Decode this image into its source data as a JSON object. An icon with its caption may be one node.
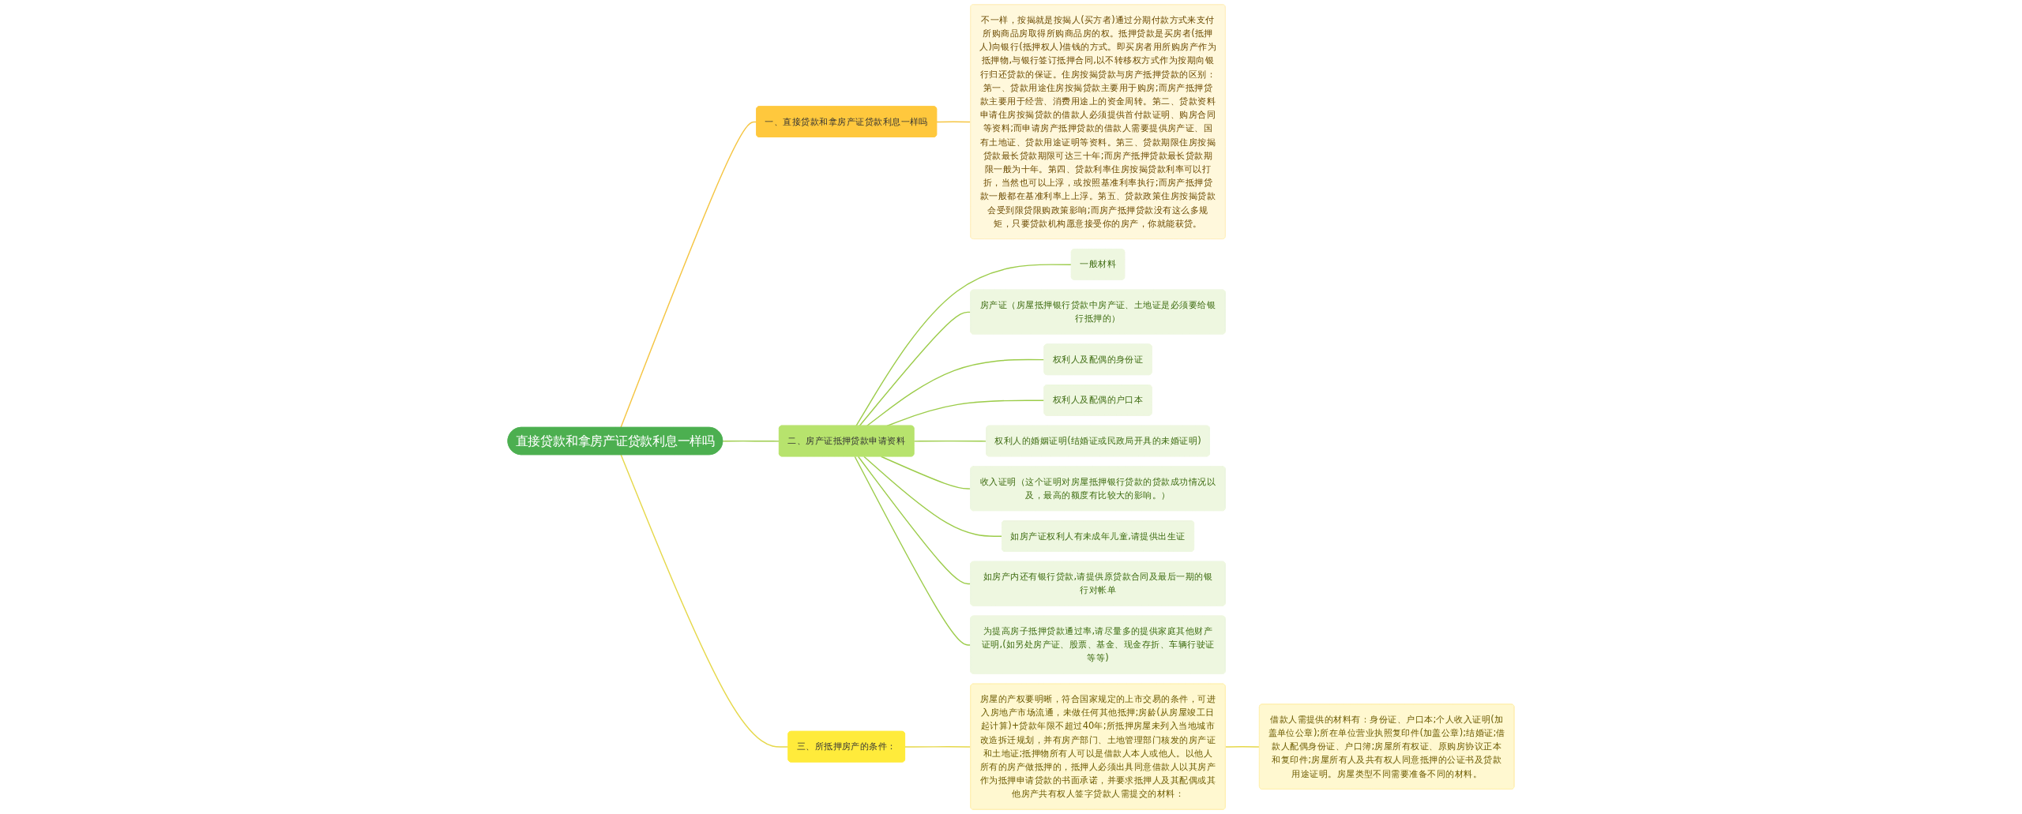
{
  "diagram": {
    "nodes": [
      {
        "text": [
          "直接贷款和拿房产证贷款利息一样吗"
        ]
      },
      {
        "text": [
          "一、直接贷款和拿房产证贷款利息一样吗"
        ]
      },
      {
        "text": [
          "不一样，按揭就是按揭人(买方者)通过分期付款方式来支付所购商品房取得所购商品房的权。抵押贷款是买房者(抵押人)向银行(抵押权人)借钱的方式。即买房者用所购房产作为抵押物,与银行签订抵押合同,以不转移权方式作为按期向银行归还贷款的保证。住房按揭贷款与房产抵押贷款的区别：第一、贷款用途住房按揭贷款主要用于购房;而房产抵押贷款主要用于经营、消费用途上的资金周转。第二、贷款资料申请住房按揭贷款的借款人必须提供首付款证明、购房合同等资料;而申请房产抵押贷款的借款人需要提供房产证、国有土地证、贷款用途证明等资料。第三、贷款期限住房按揭贷款最长贷款期限可达三十年;而房产抵押贷款最长贷款期限一般为十年。第四、贷款利率住房按揭贷款利率可以打折，当然也可以上浮，或按照基准利率执行;而房产抵押贷款一般都在基准利率上上浮。第五、贷款政策住房按揭贷款会受到限贷限购政策影响;而房产抵押贷款没有这么多规矩，只要贷款机构愿意接受你的房产，你就能获贷。"
        ]
      },
      {
        "text": [
          "二、房产证抵押贷款申请资料"
        ]
      },
      {
        "text": [
          "一般材料"
        ]
      },
      {
        "text": [
          "房产证（房屋抵押银行贷款中房产证、土地证是必须要给银行抵押的）"
        ]
      },
      {
        "text": [
          "权利人及配偶的身份证"
        ]
      },
      {
        "text": [
          "权利人及配偶的户口本"
        ]
      },
      {
        "text": [
          "权利人的婚姻证明(结婚证或民政局开具的未婚证明)"
        ]
      },
      {
        "text": [
          "收入证明（这个证明对房屋抵押银行贷款的贷款成功情况以及，最高的额度有比较大的影响。）"
        ]
      },
      {
        "text": [
          "如房产证权利人有未成年儿童,请提供出生证"
        ]
      },
      {
        "text": [
          "如房产内还有银行贷款,请提供原贷款合同及最后一期的银行对帐单"
        ]
      },
      {
        "text": [
          "为提高房子抵押贷款通过率,请尽量多的提供家庭其他财产证明,(如另处房产证、股票、基金、现金存折、车辆行驶证等等)"
        ]
      },
      {
        "text": [
          "三、所抵押房产的条件："
        ]
      },
      {
        "text": [
          "房屋的产权要明晰，符合国家规定的上市交易的条件，可进入房地产市场流通，未做任何其他抵押;房龄(从房屋竣工日起计算)+贷款年限不超过40年;所抵押房屋未列入当地城市改造拆迁规划，并有房产部门、土地管理部门核发的房产证和土地证;抵押物所有人可以是借款人本人或他人。以他人所有的房产做抵押的，抵押人必须出具同意借款人以其房产作为抵押申请贷款的书面承诺，并要求抵押人及其配偶或其他房产共有权人签字贷款人需提交的材料："
        ]
      },
      {
        "text": [
          "借款人需提供的材料有：身份证、户口本;个人收入证明(加盖单位公章);所在单位营业执照复印件(加盖公章);结婚证;借款人配偶身份证、户口簿;房屋所有权证、原购房协议正本和复印件;房屋所有人及共有权人同意抵押的公证书及贷款用途证明。房屋类型不同需要准备不同的材料。"
        ]
      }
    ],
    "edges": [
      {
        "from": 0,
        "to": 1,
        "arrow": "none",
        "color": "#f5c542"
      },
      {
        "from": 1,
        "to": 2,
        "arrow": "none",
        "color": "#f5c542"
      },
      {
        "from": 0,
        "to": 3,
        "arrow": "none"
      },
      {
        "from": 3,
        "to": 4,
        "arrow": "none"
      },
      {
        "from": 3,
        "to": 5,
        "arrow": "none"
      },
      {
        "from": 3,
        "to": 6,
        "arrow": "none"
      },
      {
        "from": 3,
        "to": 7,
        "arrow": "none"
      },
      {
        "from": 3,
        "to": 8,
        "arrow": "none"
      },
      {
        "from": 3,
        "to": 9,
        "arrow": "none"
      },
      {
        "from": 3,
        "to": 10,
        "arrow": "none"
      },
      {
        "from": 3,
        "to": 11,
        "arrow": "none"
      },
      {
        "from": 3,
        "to": 12,
        "arrow": "none"
      },
      {
        "from": 0,
        "to": 13,
        "arrow": "none",
        "color": "#e6d84a"
      },
      {
        "from": 13,
        "to": 14,
        "arrow": "none",
        "color": "#e6d84a"
      },
      {
        "from": 14,
        "to": 15,
        "arrow": "none",
        "color": "#e6d84a"
      }
    ]
  }
}
